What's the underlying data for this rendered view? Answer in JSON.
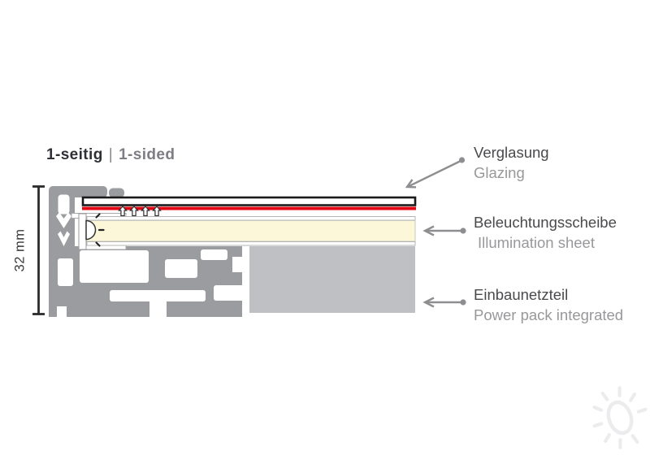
{
  "title": {
    "primary": "1-seitig",
    "separator": "|",
    "secondary": "1-sided"
  },
  "dimension": {
    "label": "32 mm"
  },
  "annotations": [
    {
      "id": "glazing",
      "term": "Verglasung",
      "translation": "Glazing"
    },
    {
      "id": "illumination-sheet",
      "term": "Beleuchtungsscheibe",
      "translation": "Illumination sheet"
    },
    {
      "id": "power-pack",
      "term": "Einbaunetzteil",
      "translation": "Power pack integrated"
    }
  ],
  "icons": {
    "led": "led-light-icon",
    "emission_arrows": "light-direction-arrow-icon",
    "pointer_arrows": "annotation-arrow-icon",
    "watermark": "sun-watermark-icon"
  },
  "colors": {
    "profile_gray": "#9b9c9f",
    "power_pack_gray": "#bfc0c3",
    "sheet_cream": "#fbf7d8",
    "glazing_red": "#e30613",
    "glazing_outline": "#1a1a1a",
    "dimension_dark": "#2b2b2d",
    "arrow_gray": "#8e8e91",
    "text_dark": "#4a4a4d",
    "text_light": "#98989b",
    "watermark_gray": "#ececee"
  }
}
